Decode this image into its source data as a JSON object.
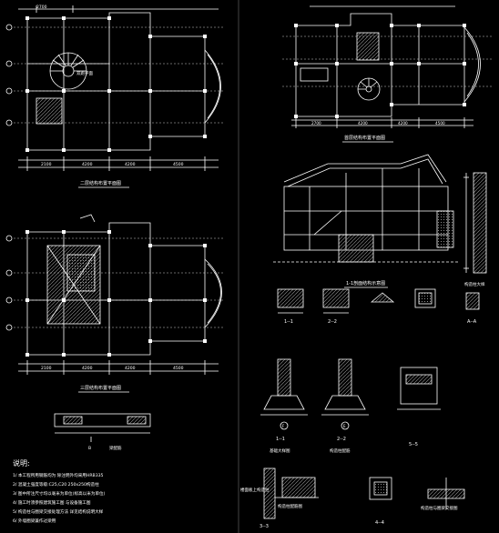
{
  "colors": {
    "background": "#000000",
    "lines": "#ffffff",
    "dimension": "#ffffff",
    "hatch": "#bfbfbf",
    "title_underline": "#ffffff"
  },
  "plans": {
    "plan2": {
      "title": "二层结构布置平面图",
      "stair_label": "双跑平面"
    },
    "plan3": {
      "title": "三层结构布置平面图"
    },
    "plan1": {
      "title": "首层结构布置平面图"
    }
  },
  "dims": {
    "bottom_a": [
      "2100",
      "4200",
      "4200",
      "4500"
    ],
    "bottom_b": [
      "2100",
      "4200",
      "4200",
      "4500"
    ],
    "top_right": [
      "2700",
      "4200",
      "4200",
      "4500"
    ],
    "top_small": "2700"
  },
  "elevation": {
    "title": "1-1剖面结构示意图"
  },
  "wall_column": {
    "title": "构造柱大样"
  },
  "sections": {
    "s11": "1--1",
    "s22": "2--2",
    "s33": "3--3",
    "sAA": "A--A",
    "s55": "5--5",
    "s44": "4--4",
    "sB": "B"
  },
  "footings": {
    "f1_title": "基础大样图",
    "f2_title": "构造柱配筋",
    "axis_f": "F",
    "axis_e": "E"
  },
  "bottom_details": {
    "left_title": "楼面板上构造柱",
    "mid_title": "构造柱配筋图",
    "right_title": "构造柱与圈梁交接图"
  },
  "beam_detail": {
    "title": "梁配筋"
  },
  "notes": {
    "heading": "说明:",
    "items": [
      "1/  本工程所用钢筋均为  除注明外均采用HRB335",
      "2/  混凝土强度等级:C25,C20     250x250构造柱",
      "3/  图中所注尺寸均以毫米为单位(标高以米为单位)",
      "4/  施工时须参照建筑施工图    与设备施工图",
      "5/  构造柱与圈梁交接处理方法    详见结构说明大样",
      "6/  外墙圈梁兼作过梁用"
    ]
  }
}
